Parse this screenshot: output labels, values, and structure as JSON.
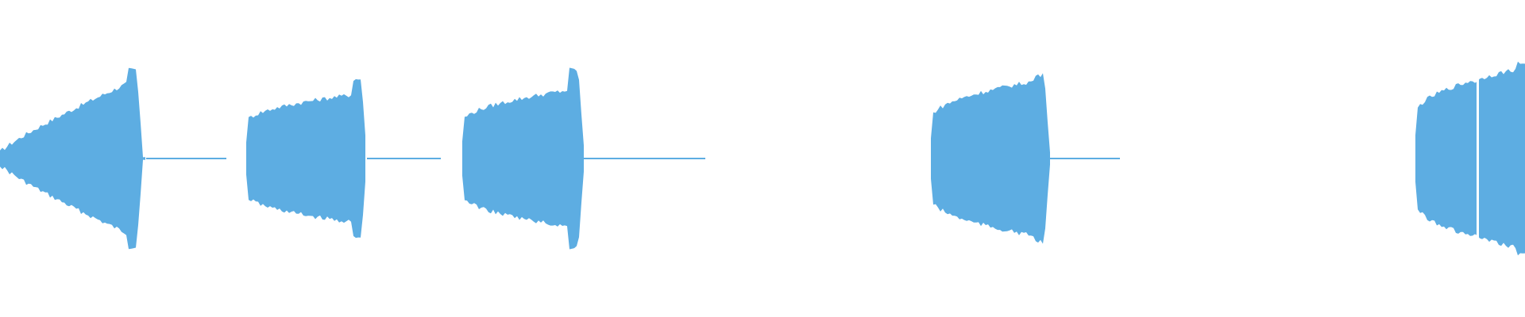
{
  "waveform": {
    "color": "#5dade2",
    "background": "#ffffff",
    "clips": [
      {
        "shape": "swell"
      },
      {
        "shape": "block"
      },
      {
        "shape": "block"
      },
      {
        "shape": "block"
      },
      {
        "shape": "double-block"
      }
    ]
  }
}
